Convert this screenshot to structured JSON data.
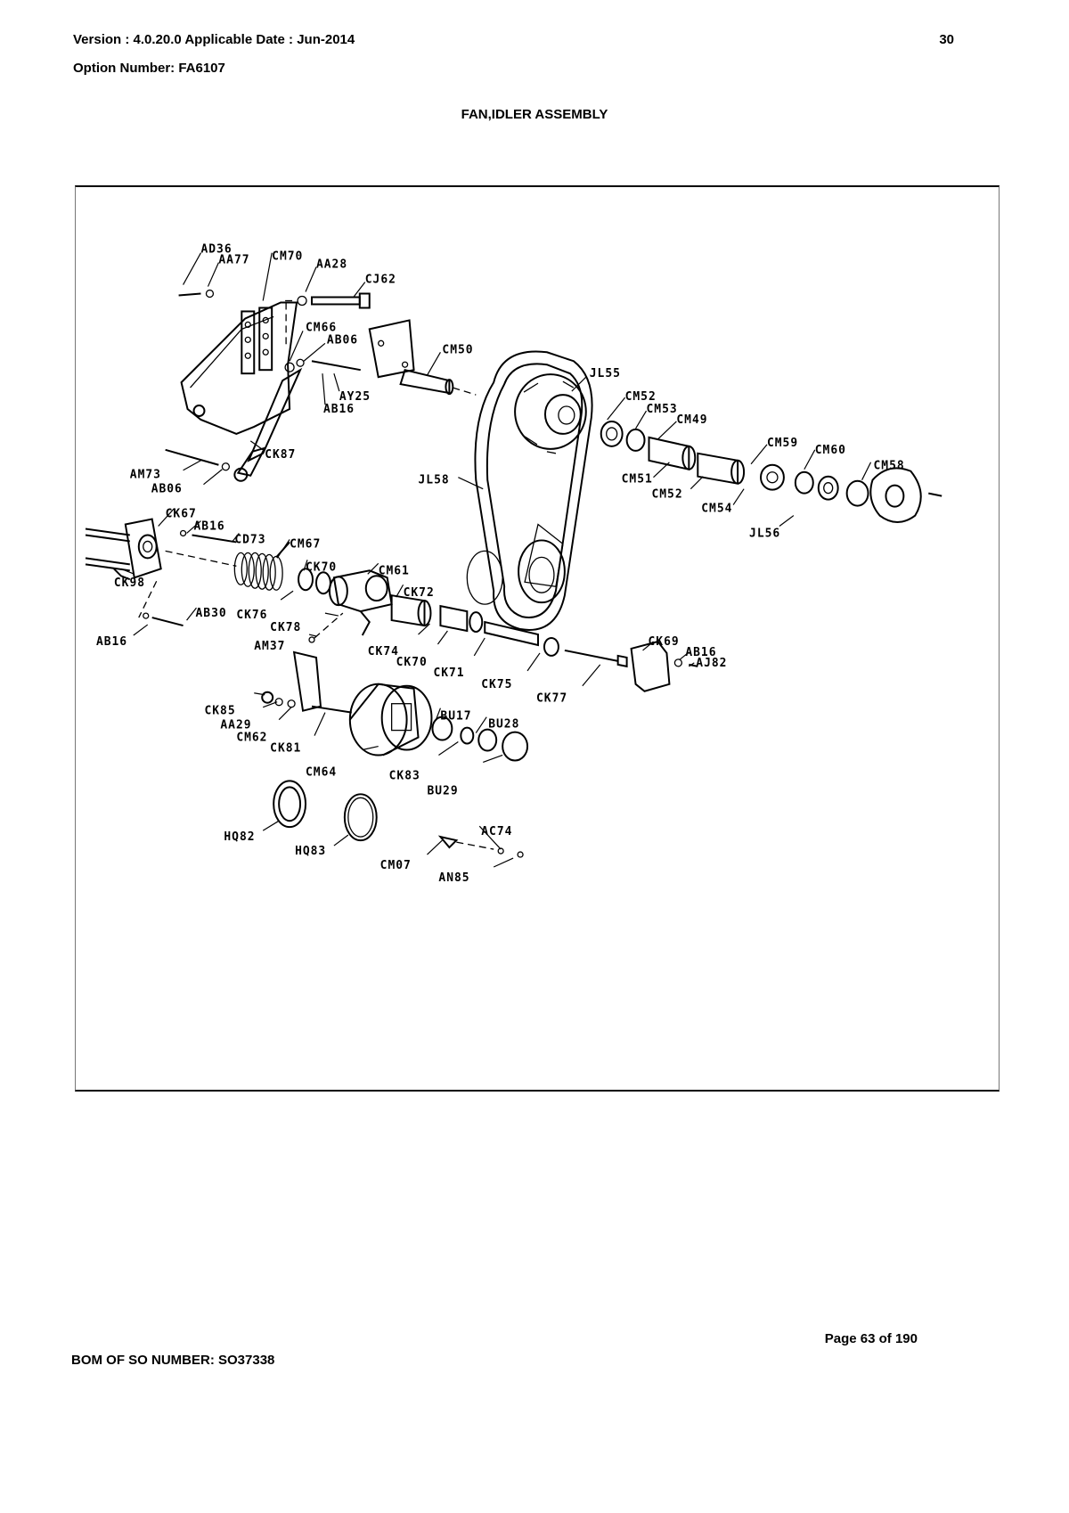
{
  "header": {
    "version_line": "Version : 4.0.20.0 Applicable Date : Jun-2014",
    "page_number": "30",
    "option_line": "Option Number: FA6107"
  },
  "diagram": {
    "title": "FAN,IDLER ASSEMBLY",
    "labels": [
      "AD36",
      "AA77",
      "CM70",
      "AA28",
      "CJ62",
      "CM66",
      "AB06",
      "CM50",
      "JL55",
      "AY25",
      "AB16",
      "CM52",
      "CM53",
      "CM49",
      "CK87",
      "CM59",
      "CM60",
      "CM58",
      "AM73",
      "AB06",
      "JL58",
      "CM51",
      "CM52",
      "CM54",
      "CK67",
      "AB16",
      "CD73",
      "CM67",
      "JL56",
      "CK70",
      "CM61",
      "CK98",
      "CK72",
      "AB30",
      "CK76",
      "CK78",
      "AB16",
      "AM37",
      "CK74",
      "CK70",
      "CK71",
      "CK69",
      "AB16",
      "AJ82",
      "CK75",
      "CK77",
      "CK85",
      "AA29",
      "CM62",
      "BU17",
      "BU28",
      "CK81",
      "CM64",
      "CK83",
      "BU29",
      "HQ82",
      "HQ83",
      "AC74",
      "CM07",
      "AN85"
    ]
  },
  "footer": {
    "page_of": "Page 63 of 190",
    "bom_line": "BOM OF SO NUMBER: SO37338"
  }
}
